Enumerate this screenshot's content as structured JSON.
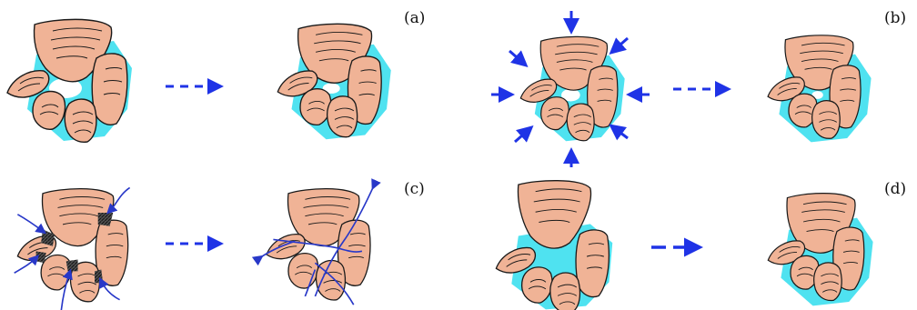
{
  "labels": {
    "a": "(a)",
    "b": "(b)",
    "c": "(c)",
    "d": "(d)"
  },
  "colors": {
    "grain_fill": "#f0b396",
    "grain_stroke": "#1a1a1a",
    "pore_fluid": "#4fe2f0",
    "arrow": "#1f33e6",
    "crack": "#2838c8",
    "cement": "#262626"
  }
}
